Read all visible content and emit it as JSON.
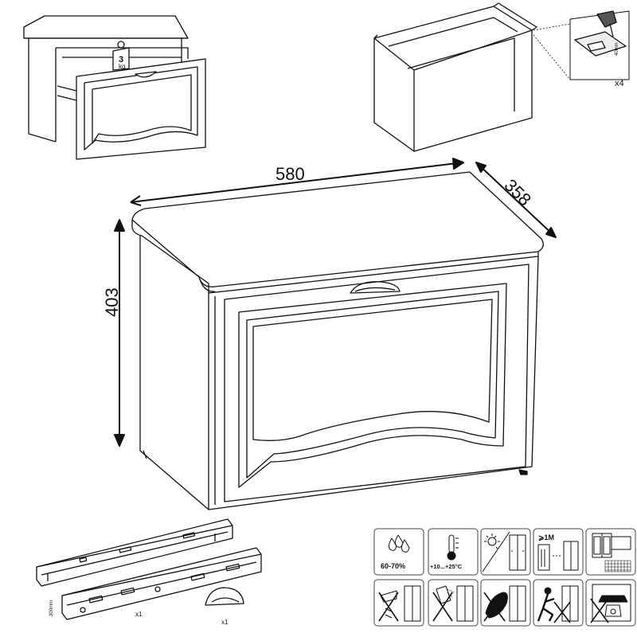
{
  "dimensions": {
    "width": "580",
    "depth": "358",
    "height": "403"
  },
  "drawer_load": {
    "value": "3",
    "unit": "kg"
  },
  "hinge_count": "x4",
  "hinge_note": "40mm",
  "parts": {
    "rail_size": "300mm",
    "rails_qty": "x1",
    "handle_qty": "x1"
  },
  "care_icons": {
    "humidity": "60-70%",
    "temperature": "+10...+25°C",
    "distance": "⩾1M"
  },
  "colors": {
    "line": "#111111",
    "icon_border": "#444444",
    "icon_bg": "#ffffff"
  }
}
